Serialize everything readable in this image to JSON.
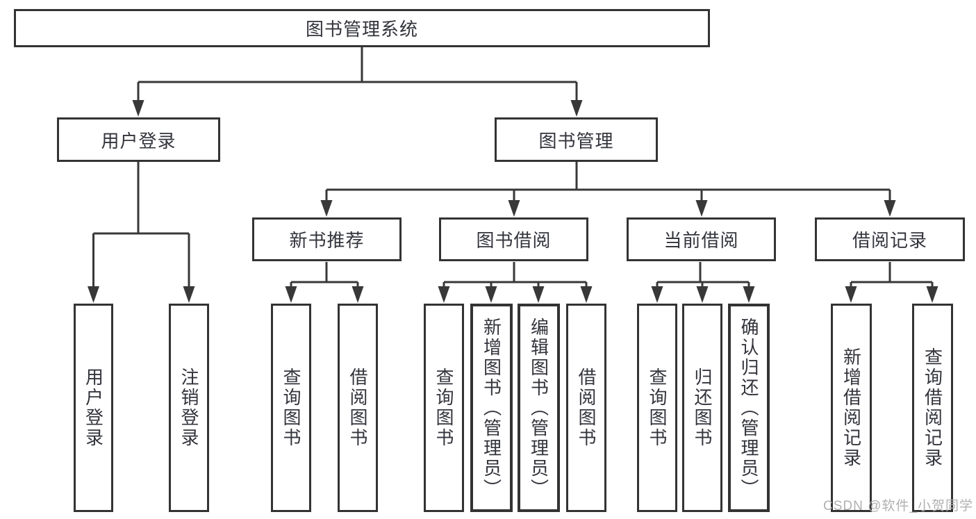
{
  "diagram": {
    "type": "hierarchy-tree",
    "colors": {
      "background": "#ffffff",
      "line": "#383838",
      "border": "#333333",
      "text": "#33343c",
      "watermark": "#b0b0b0"
    },
    "watermark": {
      "text": "CSDN @软件_小贺同学"
    },
    "tree": {
      "label": "图书管理系统",
      "children": [
        {
          "label": "用户登录",
          "children": [
            {
              "label": "用户登录"
            },
            {
              "label": "注销登录"
            }
          ]
        },
        {
          "label": "图书管理",
          "children": [
            {
              "label": "新书推荐",
              "children": [
                {
                  "label": "查询图书"
                },
                {
                  "label": "借阅图书"
                }
              ]
            },
            {
              "label": "图书借阅",
              "children": [
                {
                  "label": "查询图书"
                },
                {
                  "label": "新增图书（管理员）"
                },
                {
                  "label": "编辑图书（管理员）"
                },
                {
                  "label": "借阅图书"
                }
              ]
            },
            {
              "label": "当前借阅",
              "children": [
                {
                  "label": "查询图书"
                },
                {
                  "label": "归还图书"
                },
                {
                  "label": "确认归还（管理员）"
                }
              ]
            },
            {
              "label": "借阅记录",
              "children": [
                {
                  "label": "新增借阅记录"
                },
                {
                  "label": "查询借阅记录"
                }
              ]
            }
          ]
        }
      ]
    }
  }
}
